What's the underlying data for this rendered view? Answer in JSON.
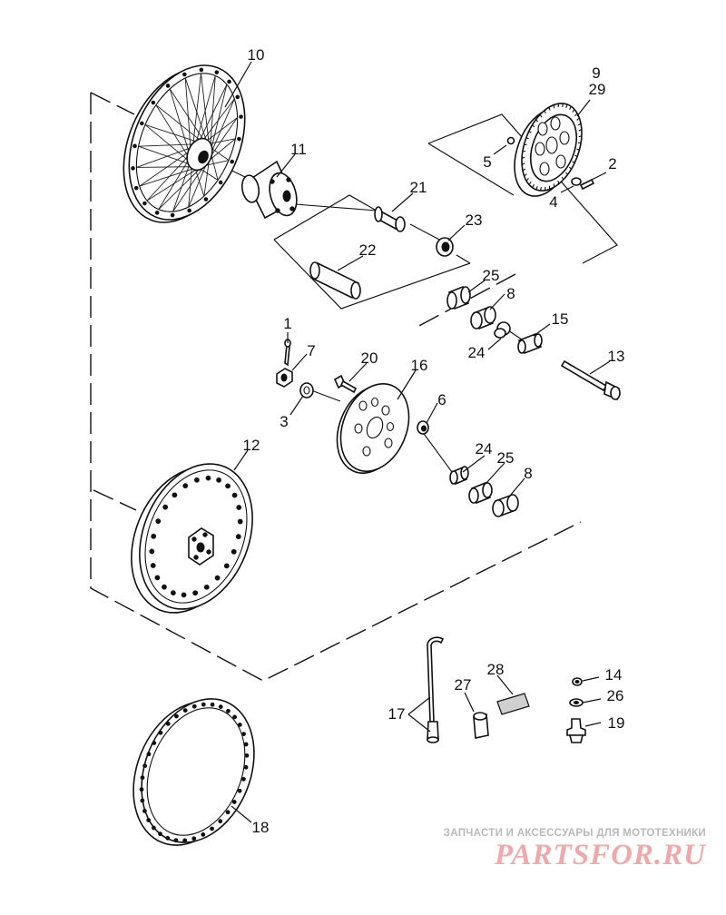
{
  "callouts": [
    {
      "id": "callout-10",
      "text": "10"
    },
    {
      "id": "callout-11",
      "text": "11"
    },
    {
      "id": "callout-9",
      "text": "9"
    },
    {
      "id": "callout-29",
      "text": "29"
    },
    {
      "id": "callout-2",
      "text": "2"
    },
    {
      "id": "callout-4",
      "text": "4"
    },
    {
      "id": "callout-5",
      "text": "5"
    },
    {
      "id": "callout-21",
      "text": "21"
    },
    {
      "id": "callout-23",
      "text": "23"
    },
    {
      "id": "callout-22",
      "text": "22"
    },
    {
      "id": "callout-25a",
      "text": "25"
    },
    {
      "id": "callout-8a",
      "text": "8"
    },
    {
      "id": "callout-15",
      "text": "15"
    },
    {
      "id": "callout-24a",
      "text": "24"
    },
    {
      "id": "callout-13",
      "text": "13"
    },
    {
      "id": "callout-1",
      "text": "1"
    },
    {
      "id": "callout-7",
      "text": "7"
    },
    {
      "id": "callout-20",
      "text": "20"
    },
    {
      "id": "callout-16",
      "text": "16"
    },
    {
      "id": "callout-6",
      "text": "6"
    },
    {
      "id": "callout-3",
      "text": "3"
    },
    {
      "id": "callout-12",
      "text": "12"
    },
    {
      "id": "callout-24b",
      "text": "24"
    },
    {
      "id": "callout-25b",
      "text": "25"
    },
    {
      "id": "callout-8b",
      "text": "8"
    },
    {
      "id": "callout-28",
      "text": "28"
    },
    {
      "id": "callout-27",
      "text": "27"
    },
    {
      "id": "callout-17",
      "text": "17"
    },
    {
      "id": "callout-14",
      "text": "14"
    },
    {
      "id": "callout-26",
      "text": "26"
    },
    {
      "id": "callout-19",
      "text": "19"
    },
    {
      "id": "callout-18",
      "text": "18"
    }
  ],
  "watermark": {
    "tagline": "ЗАПЧАСТИ И АКСЕССУАРЫ ДЛЯ МОТОТЕХНИКИ",
    "logo": "PARTSFOR.RU"
  }
}
